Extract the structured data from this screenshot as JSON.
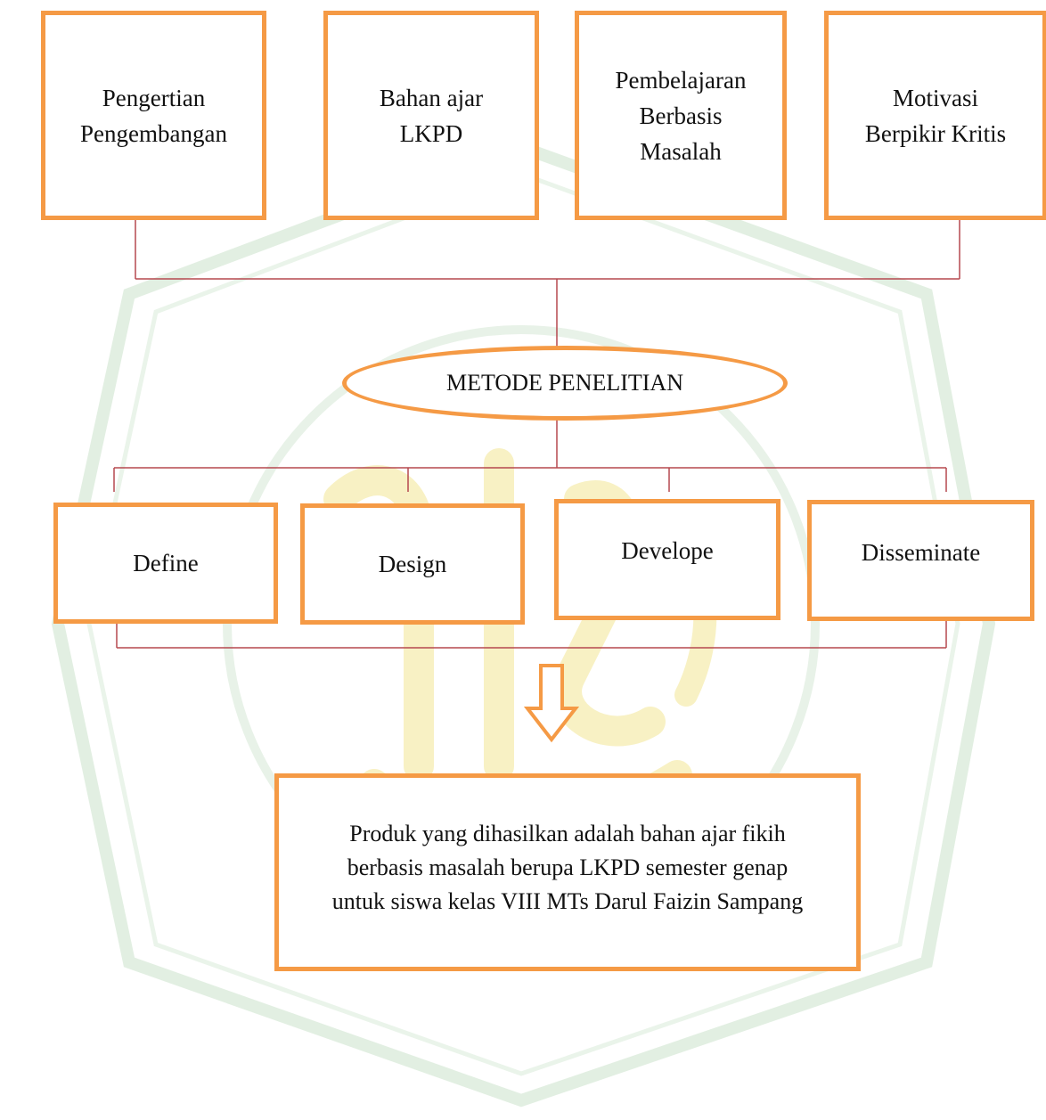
{
  "colors": {
    "box_border": "#f59a45",
    "connector": "#b5484f",
    "watermark_green": "#e2efe2",
    "watermark_yellow": "#f8f1c4"
  },
  "top_boxes": [
    {
      "label": "Pengertian\nPengembangan"
    },
    {
      "label": "Bahan ajar\nLKPD"
    },
    {
      "label": "Pembelajaran\nBerbasis\nMasalah"
    },
    {
      "label": "Motivasi\nBerpikir Kritis"
    }
  ],
  "center_oval": {
    "label": "METODE PENELITIAN"
  },
  "stage_boxes": [
    {
      "label": "Define"
    },
    {
      "label": "Design"
    },
    {
      "label": "Develope"
    },
    {
      "label": "Disseminate"
    }
  ],
  "arrow": {
    "icon": "down-arrow-icon"
  },
  "result_box": {
    "label": "Produk yang dihasilkan adalah bahan ajar  fikih\nberbasis  masalah  berupa LKPD semester genap\nuntuk siswa kelas VIII MTs Darul Faizin Sampang"
  }
}
